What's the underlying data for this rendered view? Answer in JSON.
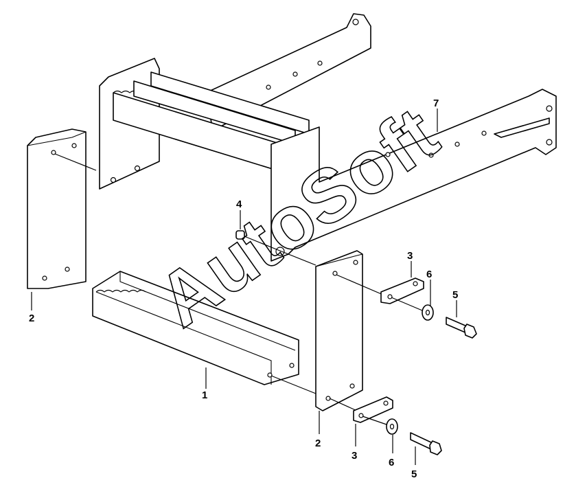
{
  "watermark": "AutoSoft",
  "callouts": [
    {
      "id": "c1",
      "label": "1"
    },
    {
      "id": "c2a",
      "label": "2"
    },
    {
      "id": "c2b",
      "label": "2"
    },
    {
      "id": "c3a",
      "label": "3"
    },
    {
      "id": "c3b",
      "label": "3"
    },
    {
      "id": "c4",
      "label": "4"
    },
    {
      "id": "c5a",
      "label": "5"
    },
    {
      "id": "c5b",
      "label": "5"
    },
    {
      "id": "c6a",
      "label": "6"
    },
    {
      "id": "c6b",
      "label": "6"
    },
    {
      "id": "c7",
      "label": "7"
    }
  ]
}
